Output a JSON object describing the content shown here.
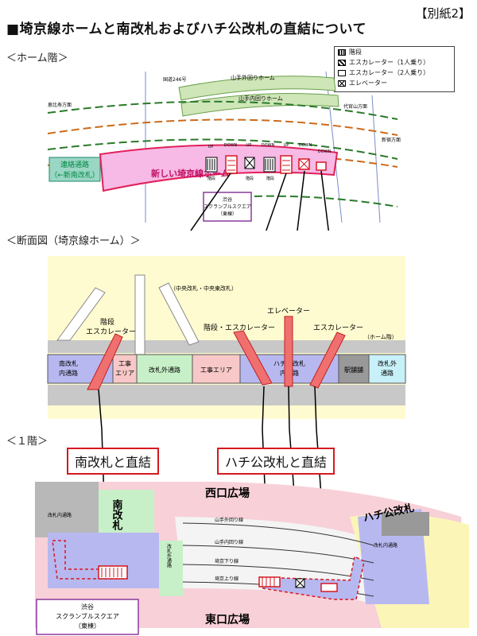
{
  "header_tag": "【別紙2】",
  "title": "■埼京線ホームと南改札およびハチ公改札の直結について",
  "sections": {
    "home_floor": "＜ホーム階＞",
    "cross_section": "＜断面図（埼京線ホーム）＞",
    "first_floor": "＜１階＞"
  },
  "legend": [
    {
      "icon": "stairs-icon",
      "label": "階段"
    },
    {
      "icon": "escalator-one-icon",
      "label": "エスカレーター（1人乗り）"
    },
    {
      "icon": "escalator-two-icon",
      "label": "エスカレーター（2人乗り）"
    },
    {
      "icon": "elevator-icon",
      "label": "エレベーター"
    }
  ],
  "home": {
    "platform": "新しい埼京線ホーム",
    "passage": [
      "連絡通路",
      "（←新南改札）"
    ],
    "road": "国道246号",
    "yamanote_out": "山手外回りホーム",
    "yamanote_in": "山手内回りホーム",
    "ebisu": "恵比寿方面",
    "daikanyama": "代官山方面",
    "shinjuku": "新宿方面",
    "arrows": [
      "UP",
      "DOWN",
      "UP",
      "DOWN",
      "UP",
      "DOWN",
      "DOWN"
    ],
    "stairs1": "階段",
    "stairs2": "階段",
    "stairs3": "階段",
    "building": [
      "渋谷",
      "スクランブルスクエア",
      "（東棟）"
    ]
  },
  "section": {
    "central": "（中央改札・中央東改札）",
    "stairs_esc": [
      "階段",
      "エスカレーター"
    ],
    "stairs_esc2": "階段・エスカレーター",
    "elevator": "エレベーター",
    "escalator": "エスカレーター",
    "platform_level": "（ホーム階）",
    "cells": [
      {
        "label": [
          "南改札",
          "内通路"
        ]
      },
      {
        "label": [
          "工事",
          "エリア"
        ]
      },
      {
        "label": [
          "改札外通路"
        ]
      },
      {
        "label": [
          "工事エリア"
        ]
      },
      {
        "label": [
          "ハチ公改札",
          "内通路"
        ]
      },
      {
        "label": [
          "駅舗舗"
        ]
      },
      {
        "label": [
          "改札外",
          "通路"
        ]
      }
    ]
  },
  "floor1": {
    "caption_south": "南改札と直結",
    "caption_hachiko": "ハチ公改札と直結",
    "west": "西口広場",
    "east": "東口広場",
    "south_gate": "南改札",
    "hachiko_gate": "ハチ公改札",
    "gate_inner": "改札内通路",
    "gate_inner2": "改札内通路",
    "gate_outer": "改札外通路",
    "tracks": [
      "山手外回り線",
      "山手内回り線",
      "埼京下り線",
      "埼京上り線"
    ],
    "building": [
      "渋谷",
      "スクランブルスクエア",
      "（東棟）"
    ]
  }
}
